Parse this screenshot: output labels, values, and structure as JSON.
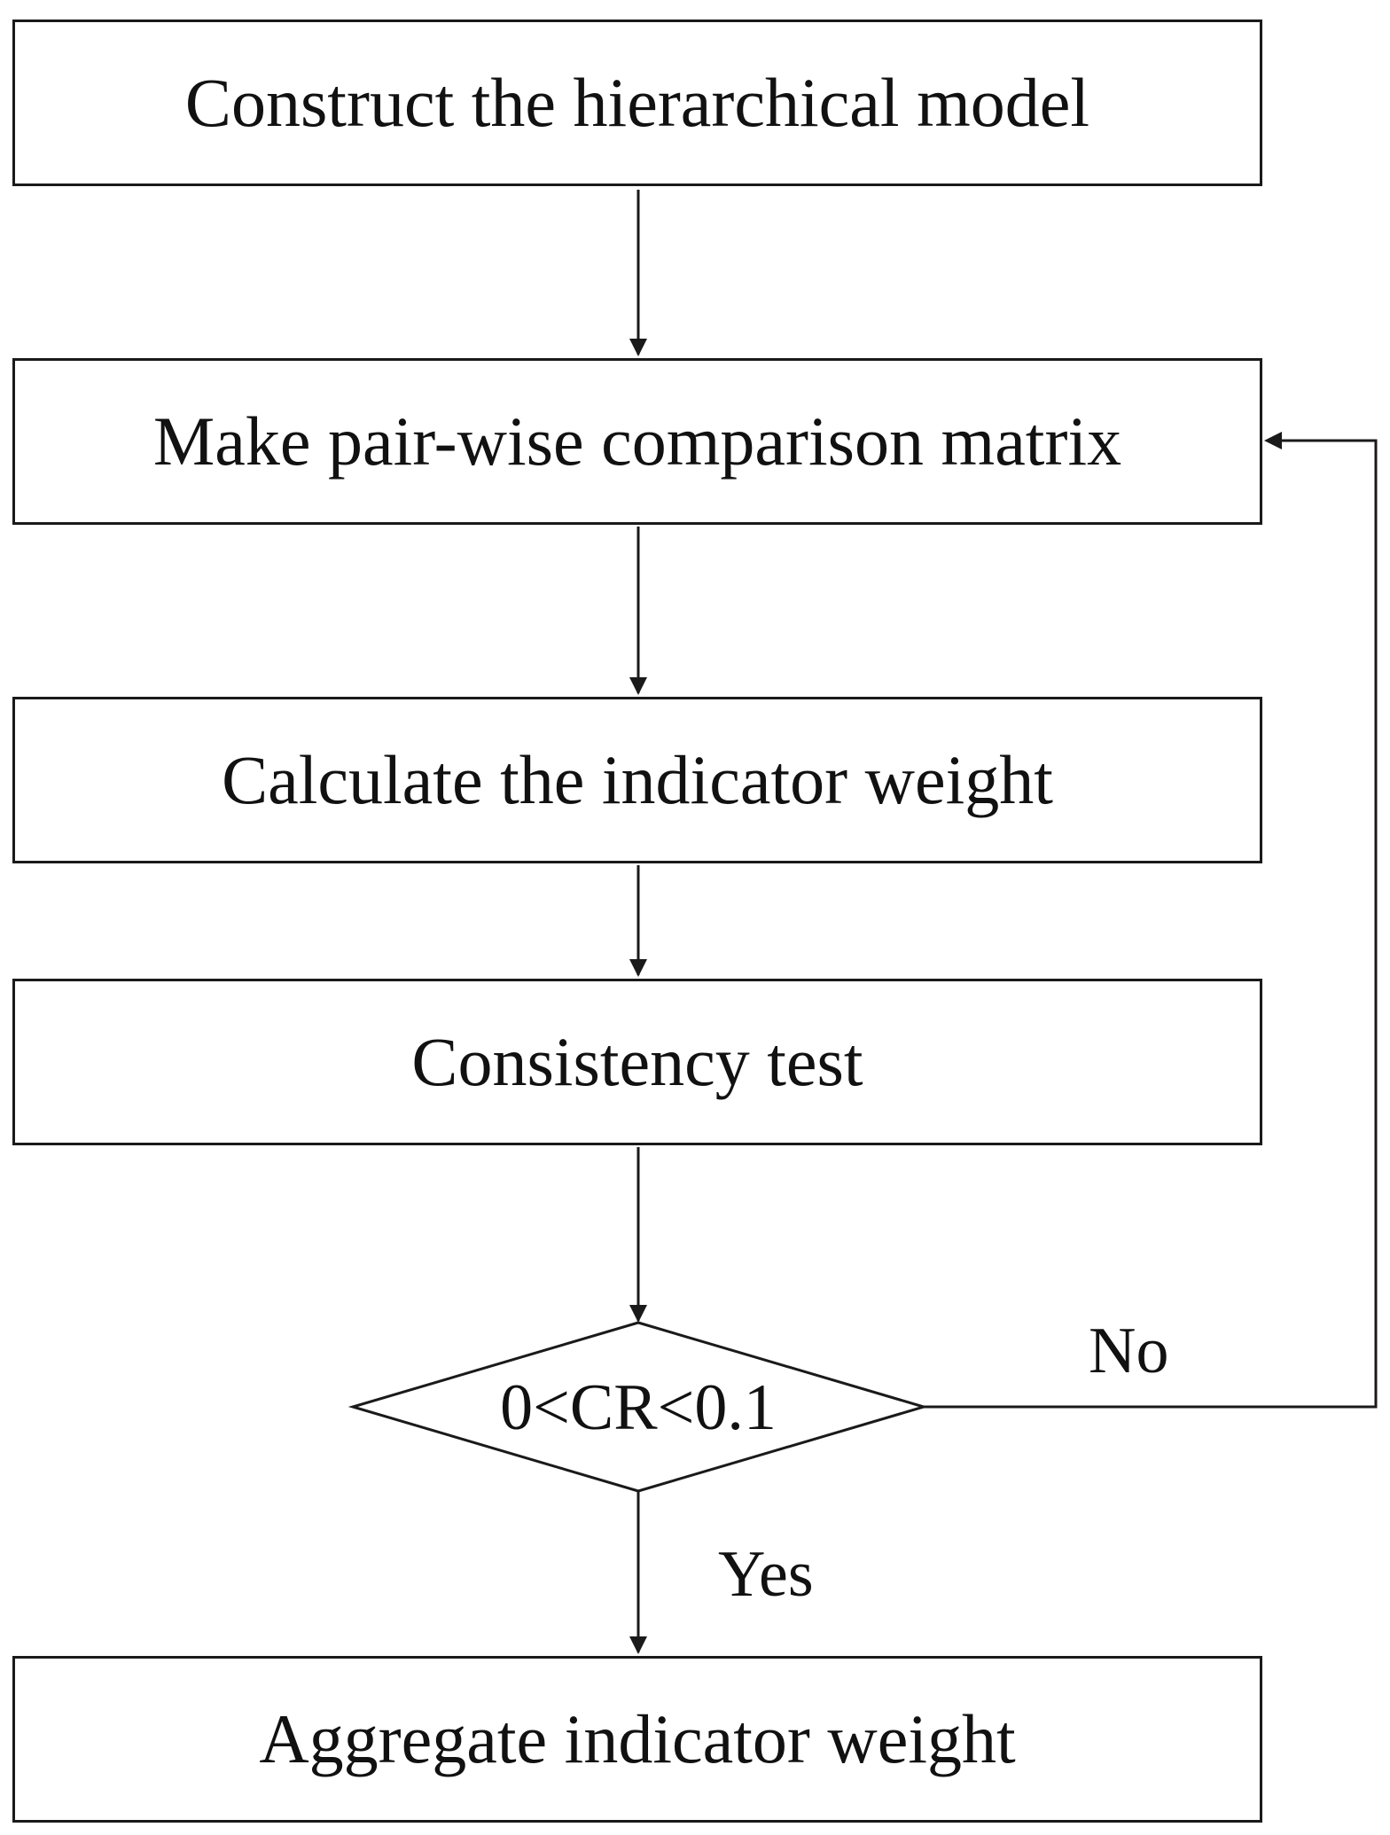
{
  "steps": {
    "construct_model": "Construct the hierarchical model",
    "pairwise_matrix": "Make pair-wise comparison matrix",
    "calculate_weight": "Calculate the indicator weight",
    "consistency_test": "Consistency test",
    "aggregate_weight": "Aggregate indicator weight"
  },
  "decision": {
    "condition": "0<CR<0.1",
    "yes_label": "Yes",
    "no_label": "No"
  }
}
